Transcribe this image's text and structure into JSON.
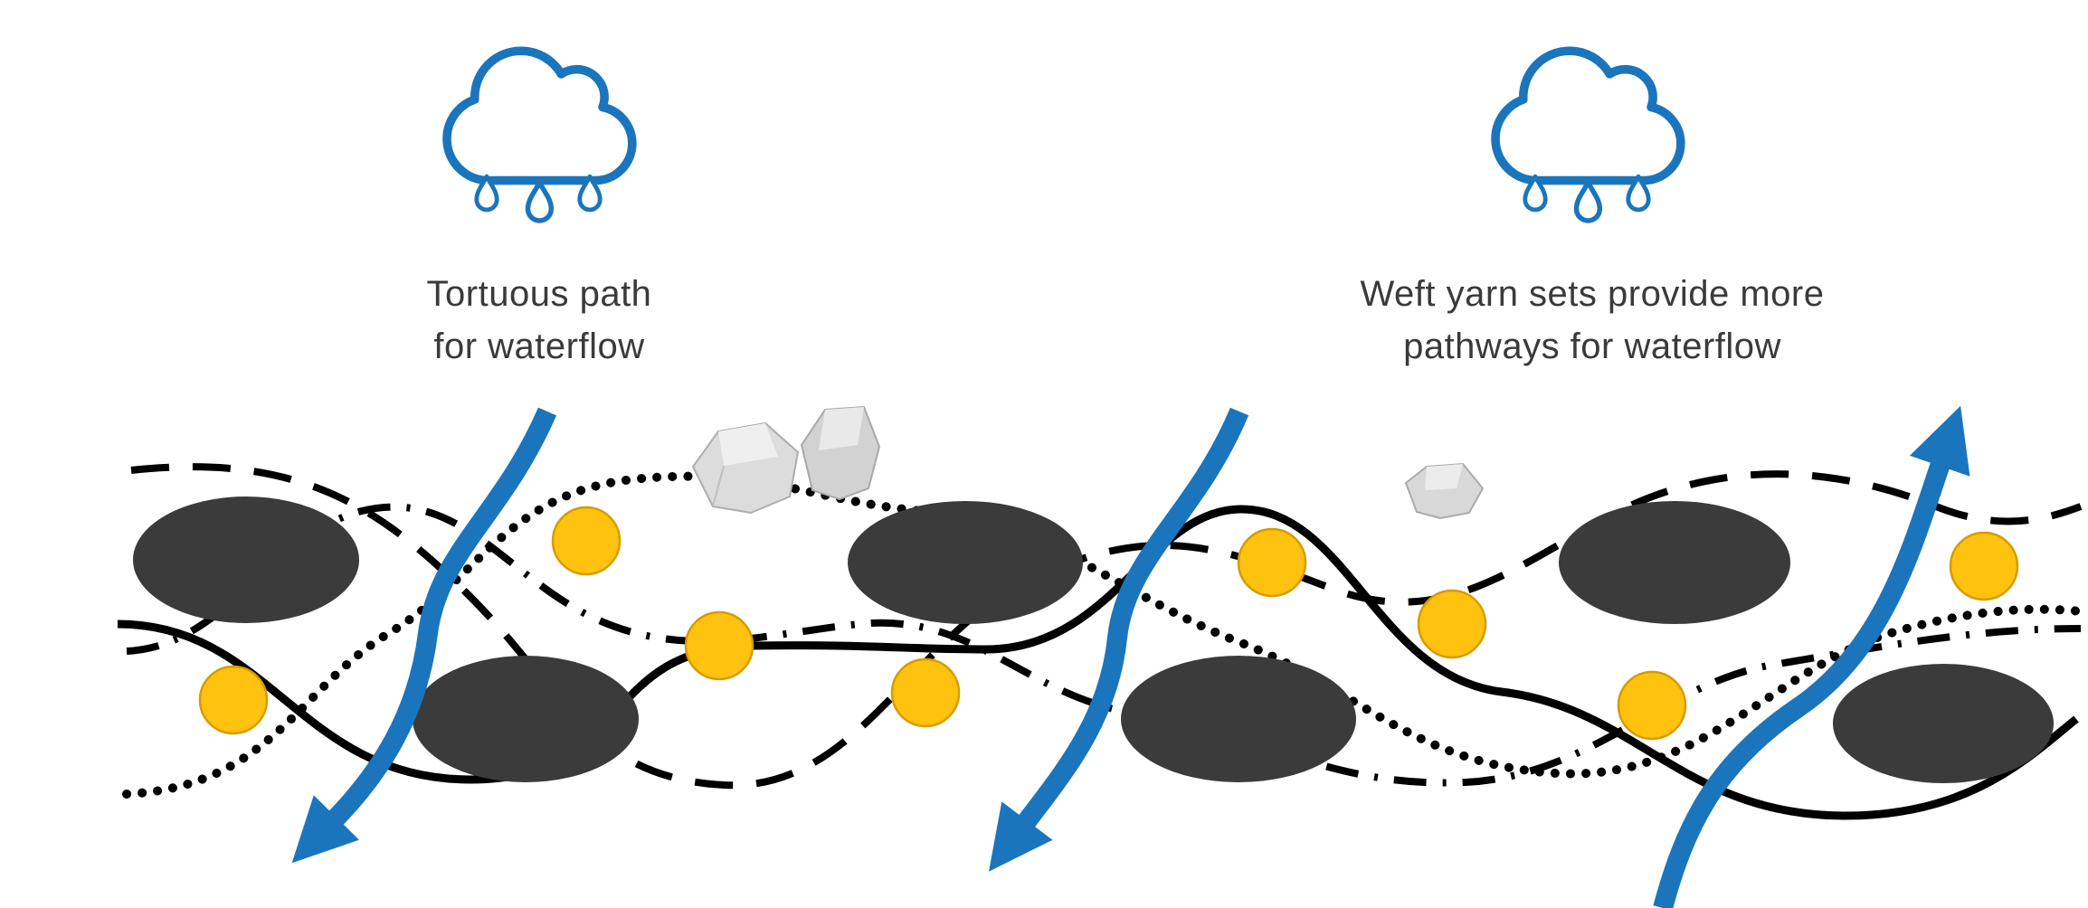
{
  "captions": {
    "left": {
      "line1": "Tortuous path",
      "line2": "for waterflow"
    },
    "right": {
      "line1": "Weft yarn sets provide more",
      "line2": "pathways for waterflow"
    }
  },
  "icons": {
    "left_cloud": "rain-cloud-icon",
    "right_cloud": "rain-cloud-icon",
    "rocks": "rock-icon",
    "arrows": "waterflow-arrow-icon"
  },
  "colors": {
    "blue": "#1B75BC",
    "warp_ellipse": "#3B3B3B",
    "weft_fill": "#FFC20E",
    "weft_stroke": "#D79B00",
    "yarn": "#000000",
    "rock": "#D8D8D8",
    "background": "#FFFFFF"
  }
}
